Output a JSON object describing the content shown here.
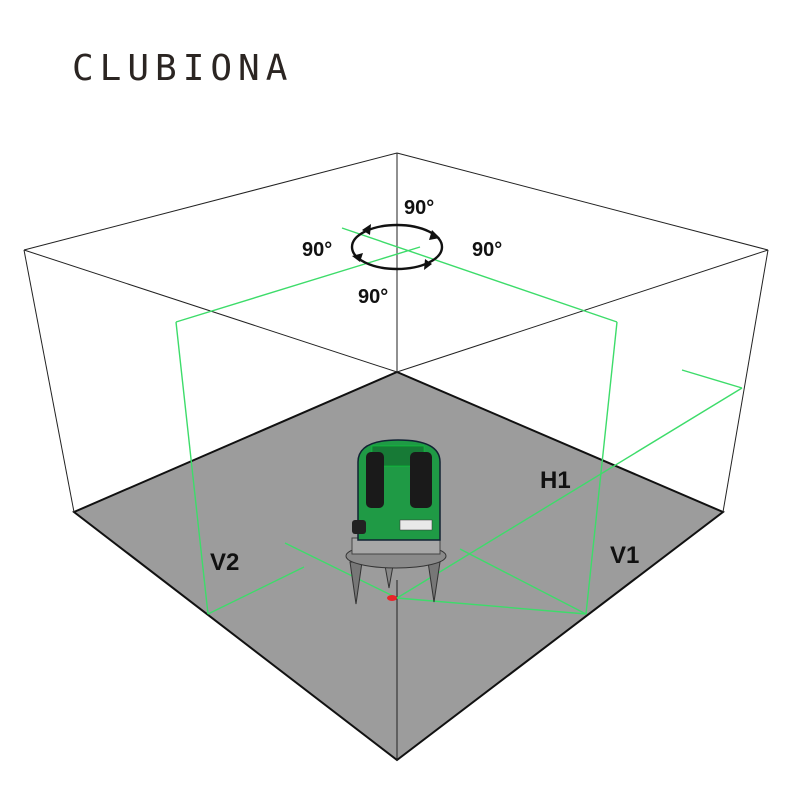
{
  "brand": {
    "name": "CLUBIONA"
  },
  "rotation_labels": {
    "top": "90°",
    "left": "90°",
    "right": "90°",
    "bottom": "90°"
  },
  "line_labels": {
    "h1": "H1",
    "v1": "V1",
    "v2": "V2"
  },
  "colors": {
    "laser_line": "#3ddc6a",
    "floor": "#9c9c9c",
    "frame": "#222222",
    "device_body": "#1f9a45",
    "laser_dot": "#e8252a"
  },
  "device": {
    "icon": "laser-level-icon"
  }
}
